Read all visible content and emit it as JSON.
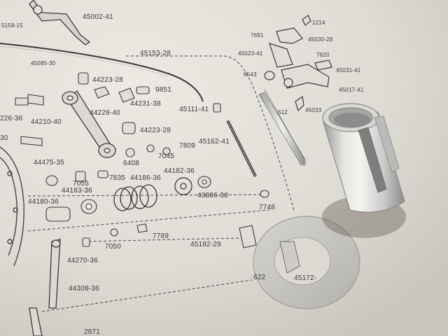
{
  "photo": {
    "subject": "parts-diagram-with-physical-parts",
    "colors": {
      "paper": "#e3e0d9",
      "ink": "#3a3a3a",
      "metal_light": "#e9e9e6",
      "metal_dark": "#8d8f8e"
    }
  },
  "labels": [
    {
      "id": "l45002",
      "text": "45002-41"
    },
    {
      "id": "l5158",
      "text": "5158-15"
    },
    {
      "id": "l1214",
      "text": "1214"
    },
    {
      "id": "l7691",
      "text": "7691"
    },
    {
      "id": "l45030",
      "text": "45030-28"
    },
    {
      "id": "l45023",
      "text": "45023-41"
    },
    {
      "id": "l7620",
      "text": "7620"
    },
    {
      "id": "l45153",
      "text": "45153-28"
    },
    {
      "id": "l45085",
      "text": "45085-30"
    },
    {
      "id": "l6543",
      "text": "6543"
    },
    {
      "id": "l45031",
      "text": "45031-41"
    },
    {
      "id": "l44223a",
      "text": "44223-28"
    },
    {
      "id": "l9851",
      "text": "9851"
    },
    {
      "id": "l45017",
      "text": "45017-41"
    },
    {
      "id": "l44231",
      "text": "44231-38"
    },
    {
      "id": "l512",
      "text": "512"
    },
    {
      "id": "l45033",
      "text": "45033"
    },
    {
      "id": "l44229",
      "text": "44229-40"
    },
    {
      "id": "l45111",
      "text": "45111-41"
    },
    {
      "id": "l226",
      "text": "226-36"
    },
    {
      "id": "l44210",
      "text": "44210-40"
    },
    {
      "id": "l44223b",
      "text": "44223-28"
    },
    {
      "id": "l30",
      "text": "30"
    },
    {
      "id": "l7809",
      "text": "7809"
    },
    {
      "id": "l45162",
      "text": "45162-41"
    },
    {
      "id": "l6408",
      "text": "6408"
    },
    {
      "id": "l7045",
      "text": "7045"
    },
    {
      "id": "l44475",
      "text": "44475-35"
    },
    {
      "id": "l44182",
      "text": "44182-36"
    },
    {
      "id": "l7055",
      "text": "7055"
    },
    {
      "id": "l7835",
      "text": "7835"
    },
    {
      "id": "l44186",
      "text": "44186-36"
    },
    {
      "id": "l44183",
      "text": "44183-36"
    },
    {
      "id": "l43886",
      "text": "43886-30"
    },
    {
      "id": "l44180",
      "text": "44180-36"
    },
    {
      "id": "l7748",
      "text": "7748"
    },
    {
      "id": "l7789",
      "text": "7789"
    },
    {
      "id": "l7050",
      "text": "7050"
    },
    {
      "id": "l45182",
      "text": "45182-29"
    },
    {
      "id": "l44270",
      "text": "44270-36"
    },
    {
      "id": "l45172",
      "text": "45172-"
    },
    {
      "id": "l622",
      "text": "622"
    },
    {
      "id": "l44308",
      "text": "44308-36"
    },
    {
      "id": "l2671",
      "text": "2671"
    }
  ]
}
